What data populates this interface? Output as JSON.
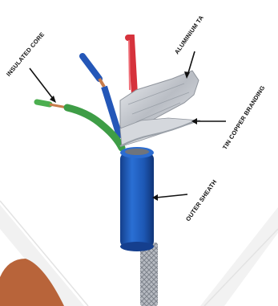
{
  "labels": {
    "insulated_core": "INSULATED CORE",
    "aluminium_ta": "ALUMINIUM TA",
    "tin_copper_branding": "TIN COPPER BRANDING",
    "outer_sheath": "OUTER SHEATH"
  },
  "colors": {
    "outer_sheath": "#1f5fbf",
    "red_core": "#d6323c",
    "blue_core": "#2457b8",
    "green_core": "#4caf50",
    "foil": "#c9ccd2",
    "copper": "#c87c4a",
    "accent_corner": "#b8643a"
  }
}
